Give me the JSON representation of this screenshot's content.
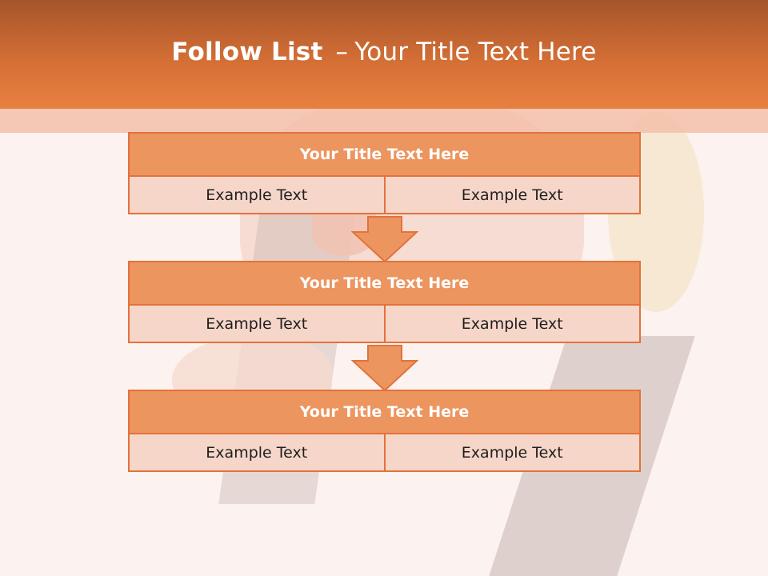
{
  "slide": {
    "title_bold": "Follow List",
    "title_sep": "–",
    "title_rest": "Your Title Text Here"
  },
  "blocks": [
    {
      "title": "Your Title Text Here",
      "cells": [
        "Example Text",
        "Example Text"
      ]
    },
    {
      "title": "Your Title Text Here",
      "cells": [
        "Example Text",
        "Example Text"
      ]
    },
    {
      "title": "Your Title Text Here",
      "cells": [
        "Example Text",
        "Example Text"
      ]
    }
  ],
  "colors": {
    "header": "#d36e35",
    "block_head": "#ec955f",
    "cell": "#f6d6c9",
    "border": "#e2723c"
  }
}
